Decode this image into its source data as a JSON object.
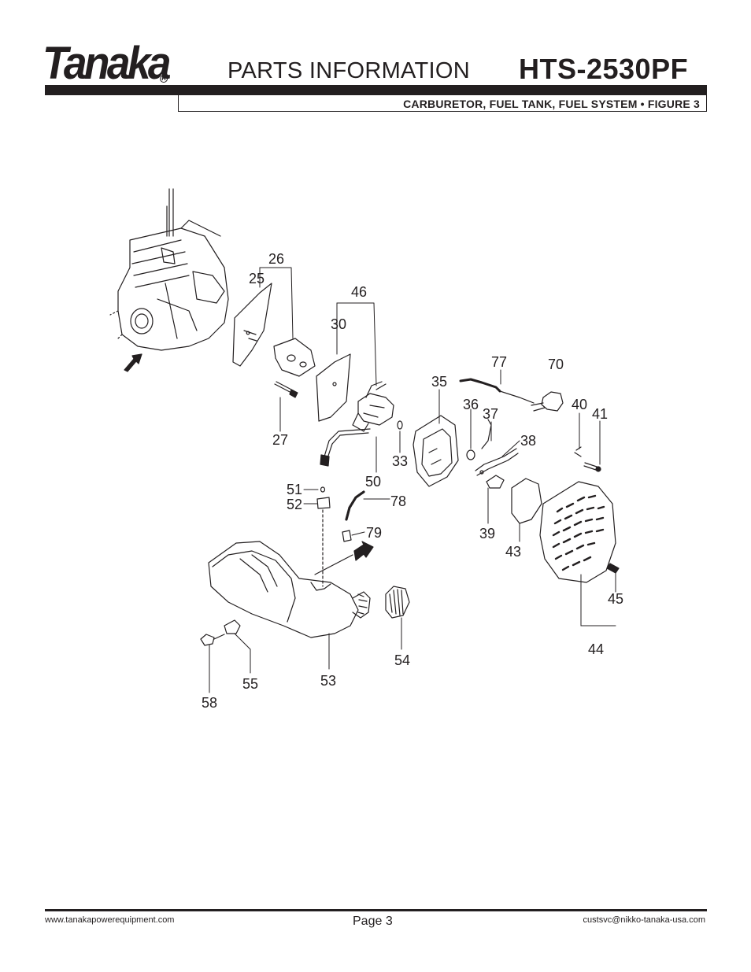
{
  "header": {
    "brand": "Tanaka",
    "brand_mark": "R",
    "title": "PARTS INFORMATION",
    "model": "HTS-2530PF",
    "subtitle": "CARBURETOR, FUEL TANK, FUEL SYSTEM   •  FIGURE 3"
  },
  "diagram": {
    "callouts": [
      "26",
      "25",
      "46",
      "30",
      "27",
      "77",
      "70",
      "35",
      "36",
      "37",
      "40",
      "41",
      "38",
      "33",
      "50",
      "51",
      "52",
      "78",
      "79",
      "39",
      "43",
      "45",
      "44",
      "54",
      "55",
      "53",
      "58"
    ]
  },
  "footer": {
    "website": "www.tanakapowerequipment.com",
    "page": "Page 3",
    "email": "custsvc@nikko-tanaka-usa.com"
  }
}
